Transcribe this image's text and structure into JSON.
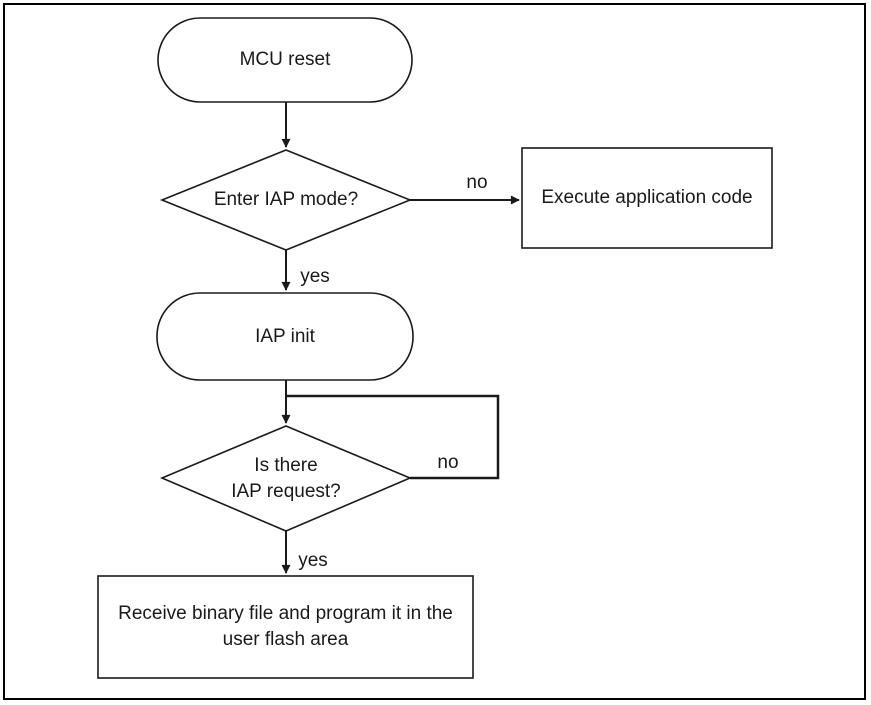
{
  "diagram": {
    "nodes": {
      "mcu_reset": {
        "type": "terminator",
        "label": "MCU reset"
      },
      "enter_iap_mode": {
        "type": "decision",
        "label": "Enter IAP mode?"
      },
      "execute_application": {
        "type": "process",
        "label": "Execute application code"
      },
      "iap_init": {
        "type": "terminator",
        "label": "IAP init"
      },
      "iap_request": {
        "type": "decision",
        "label": "Is there\nIAP request?"
      },
      "receive_binary": {
        "type": "process",
        "label": "Receive binary file and program it in the\nuser flash area"
      }
    },
    "edges": {
      "enter_iap_no": {
        "label": "no"
      },
      "enter_iap_yes": {
        "label": "yes"
      },
      "iap_request_no": {
        "label": "no"
      },
      "iap_request_yes": {
        "label": "yes"
      }
    },
    "colors": {
      "line": "#1a1a1a",
      "text": "#1a1a1a",
      "shape_fill": "#ffffff",
      "background": "#ffffff",
      "outer_border": "#000000"
    }
  }
}
